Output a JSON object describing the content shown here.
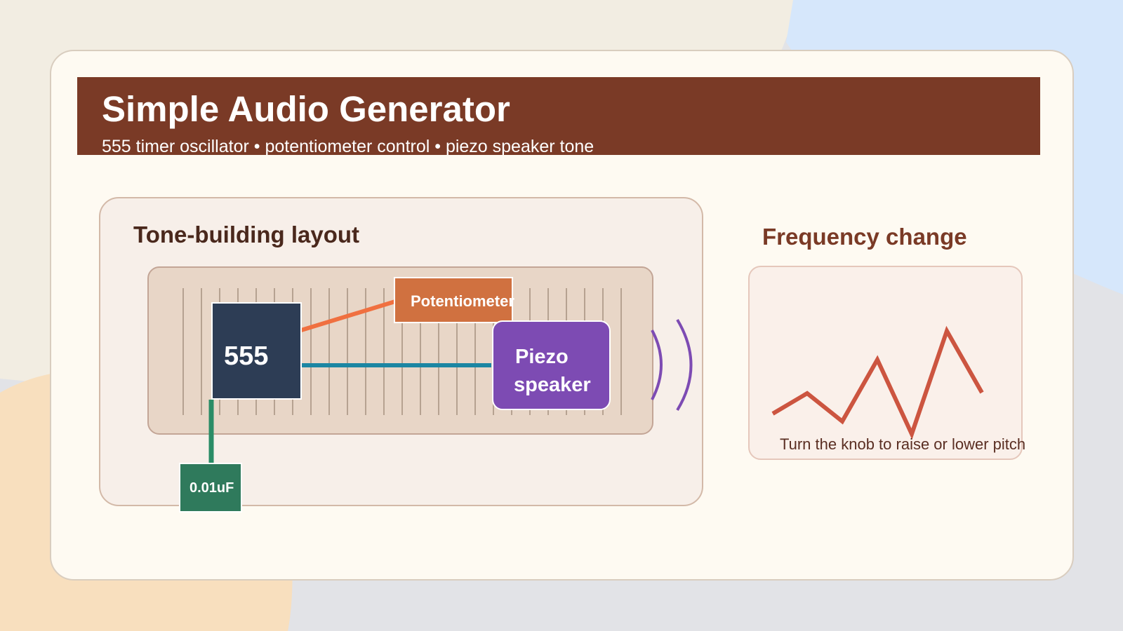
{
  "header": {
    "title": "Simple Audio Generator",
    "subtitle": "555 timer oscillator • potentiometer control • piezo speaker tone"
  },
  "layout_panel": {
    "title": "Tone-building layout",
    "components": {
      "timer": "555",
      "potentiometer": "Potentiometer",
      "piezo_line1": "Piezo",
      "piezo_line2": "speaker",
      "capacitor": "0.01uF"
    }
  },
  "frequency_panel": {
    "title": "Frequency change",
    "caption": "Turn the knob to raise or lower pitch"
  },
  "colors": {
    "banner": "#7a3a26",
    "timer": "#2d3d55",
    "potentiometer": "#d07140",
    "piezo": "#7d4bb3",
    "capacitor": "#2f7a5c",
    "wire_pot": "#f07040",
    "wire_speaker": "#1b86a3",
    "wire_cap": "#2a8c66",
    "sound_waves": "#7d4bb3",
    "waveform": "#cc5540"
  }
}
